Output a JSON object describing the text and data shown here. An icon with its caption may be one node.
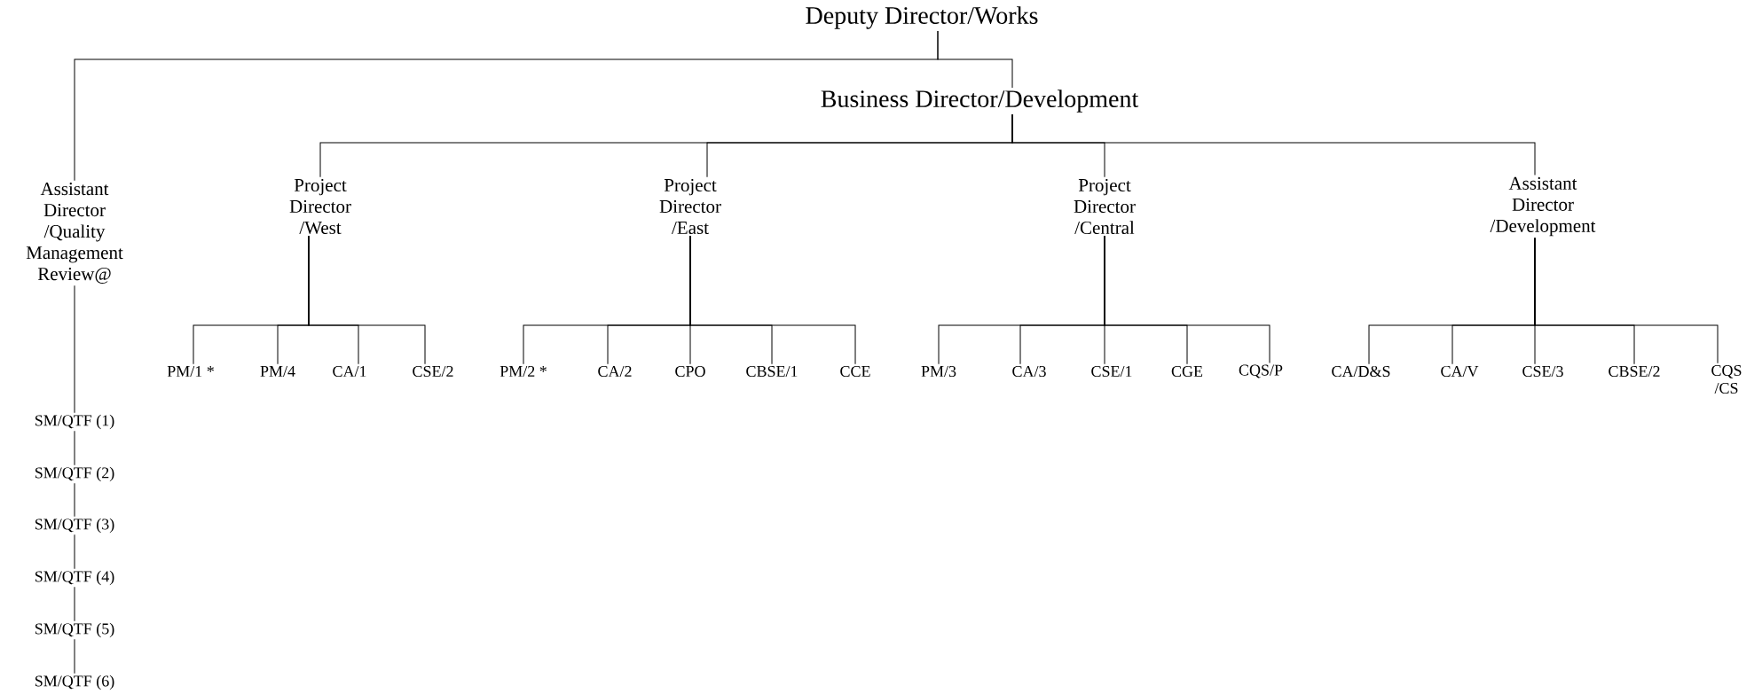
{
  "diagram": {
    "nodes": [
      {
        "text": [
          "Deputy Director/Works"
        ]
      },
      {
        "text": [
          "Business Director/Development"
        ]
      },
      {
        "text": [
          "Assistant Director /Quality Management Review@"
        ]
      },
      {
        "text": [
          "Project Director /West"
        ]
      },
      {
        "text": [
          "Project Director /East"
        ]
      },
      {
        "text": [
          "Project Director /Central"
        ]
      },
      {
        "text": [
          "Assistant Director /Development"
        ]
      },
      {
        "text": [
          "PM/1 *"
        ]
      },
      {
        "text": [
          "PM/4"
        ]
      },
      {
        "text": [
          "CA/1"
        ]
      },
      {
        "text": [
          "CSE/2"
        ]
      },
      {
        "text": [
          "PM/2 *"
        ]
      },
      {
        "text": [
          "CA/2"
        ]
      },
      {
        "text": [
          "CPO"
        ]
      },
      {
        "text": [
          "CBSE/1"
        ]
      },
      {
        "text": [
          "CCE"
        ]
      },
      {
        "text": [
          "PM/3"
        ]
      },
      {
        "text": [
          "CA/3"
        ]
      },
      {
        "text": [
          "CSE/1"
        ]
      },
      {
        "text": [
          "CGE"
        ]
      },
      {
        "text": [
          "CQS/P"
        ]
      },
      {
        "text": [
          "CA/D&S"
        ]
      },
      {
        "text": [
          "CA/V"
        ]
      },
      {
        "text": [
          "CSE/3"
        ]
      },
      {
        "text": [
          "CBSE/2"
        ]
      },
      {
        "text": [
          "CQS /CS"
        ]
      },
      {
        "text": [
          "SM/QTF (1)"
        ]
      },
      {
        "text": [
          "SM/QTF (2)"
        ]
      },
      {
        "text": [
          "SM/QTF (3)"
        ]
      },
      {
        "text": [
          "SM/QTF (4)"
        ]
      },
      {
        "text": [
          "SM/QTF (5)"
        ]
      },
      {
        "text": [
          "SM/QTF (6)"
        ]
      }
    ],
    "edges": [
      {
        "from": 0,
        "to": 2,
        "arrow": "none"
      },
      {
        "from": 0,
        "to": 1,
        "arrow": "none"
      },
      {
        "from": 1,
        "to": 3,
        "arrow": "none"
      },
      {
        "from": 1,
        "to": 4,
        "arrow": "none"
      },
      {
        "from": 1,
        "to": 5,
        "arrow": "none"
      },
      {
        "from": 1,
        "to": 6,
        "arrow": "none"
      },
      {
        "from": 3,
        "to": 7,
        "arrow": "none"
      },
      {
        "from": 3,
        "to": 8,
        "arrow": "none"
      },
      {
        "from": 3,
        "to": 9,
        "arrow": "none"
      },
      {
        "from": 3,
        "to": 10,
        "arrow": "none"
      },
      {
        "from": 4,
        "to": 11,
        "arrow": "none"
      },
      {
        "from": 4,
        "to": 12,
        "arrow": "none"
      },
      {
        "from": 4,
        "to": 13,
        "arrow": "none"
      },
      {
        "from": 4,
        "to": 14,
        "arrow": "none"
      },
      {
        "from": 4,
        "to": 15,
        "arrow": "none"
      },
      {
        "from": 5,
        "to": 16,
        "arrow": "none"
      },
      {
        "from": 5,
        "to": 17,
        "arrow": "none"
      },
      {
        "from": 5,
        "to": 18,
        "arrow": "none"
      },
      {
        "from": 5,
        "to": 19,
        "arrow": "none"
      },
      {
        "from": 5,
        "to": 20,
        "arrow": "none"
      },
      {
        "from": 6,
        "to": 21,
        "arrow": "none"
      },
      {
        "from": 6,
        "to": 22,
        "arrow": "none"
      },
      {
        "from": 6,
        "to": 23,
        "arrow": "none"
      },
      {
        "from": 6,
        "to": 24,
        "arrow": "none"
      },
      {
        "from": 6,
        "to": 25,
        "arrow": "none"
      },
      {
        "from": 2,
        "to": 26,
        "arrow": "none"
      },
      {
        "from": 26,
        "to": 27,
        "arrow": "none"
      },
      {
        "from": 27,
        "to": 28,
        "arrow": "none"
      },
      {
        "from": 28,
        "to": 29,
        "arrow": "none"
      },
      {
        "from": 29,
        "to": 30,
        "arrow": "none"
      },
      {
        "from": 30,
        "to": 31,
        "arrow": "none"
      }
    ]
  }
}
